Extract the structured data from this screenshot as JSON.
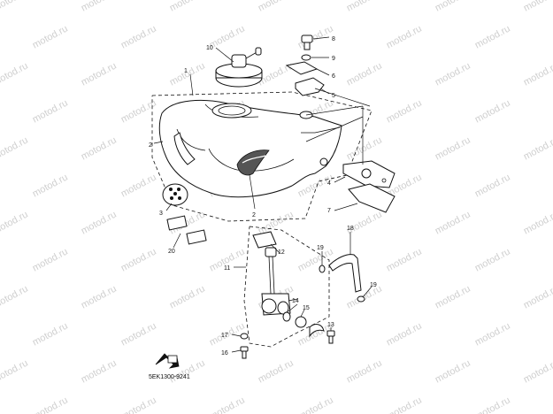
{
  "watermark": {
    "text": "motod.ru"
  },
  "diagram": {
    "code": "5EK1300-9241",
    "callouts": [
      "1",
      "2",
      "2",
      "3",
      "4",
      "5",
      "6",
      "7",
      "8",
      "9",
      "10",
      "11",
      "12",
      "13",
      "14",
      "15",
      "16",
      "17",
      "18",
      "19",
      "19",
      "20"
    ]
  }
}
